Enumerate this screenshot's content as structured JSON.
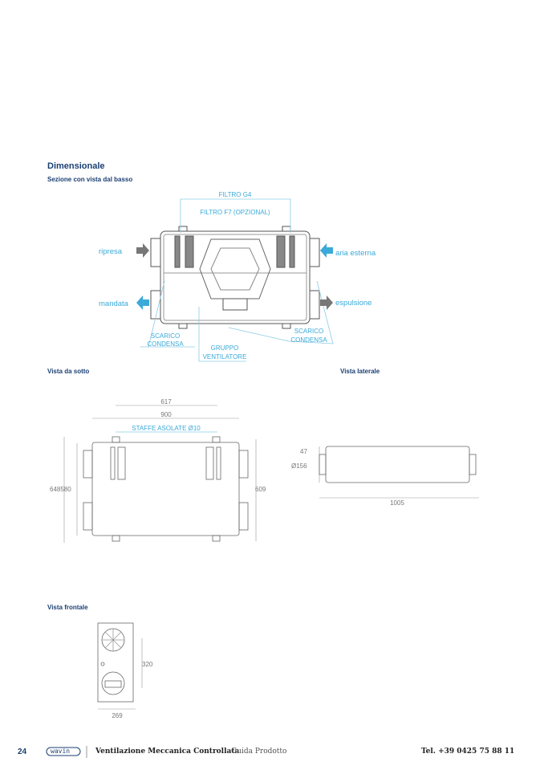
{
  "section_title": "Dimensionale",
  "subtitles": {
    "section_view": "Sezione con vista dal basso",
    "bottom_view": "Vista da sotto",
    "side_view": "Vista laterale",
    "front_view": "Vista frontale"
  },
  "section_labels": {
    "filter_g4": "FILTRO G4",
    "filter_f7": "FILTRO F7 (OPZIONAL)",
    "ripresa": "ripresa",
    "aria_esterna": "aria esterna",
    "mandata": "mandata",
    "espulsione": "espulsione",
    "scarico_left_1": "SCARICO",
    "scarico_left_2": "CONDENSA",
    "gruppo_1": "GRUPPO",
    "gruppo_2": "VENTILATORE",
    "scarico_right_1": "SCARICO",
    "scarico_right_2": "CONDENSA"
  },
  "bottom_dims": {
    "d617": "617",
    "d900": "900",
    "staffe": "STAFFE ASOLATE Ø10",
    "d648580": "648580",
    "d609": "609"
  },
  "side_dims": {
    "d47": "47",
    "d156": "Ø156",
    "d1005": "1005"
  },
  "front_dims": {
    "d320": "320",
    "d269": "269"
  },
  "footer": {
    "page": "24",
    "logo": "wavin",
    "title": "Ventilazione Meccanica Controllata",
    "subtitle": "Guida Prodotto",
    "phone": "Tel. +39 0425 75 88 11"
  },
  "colors": {
    "navy": "#1b3f73",
    "cyan": "#3aaad8"
  }
}
